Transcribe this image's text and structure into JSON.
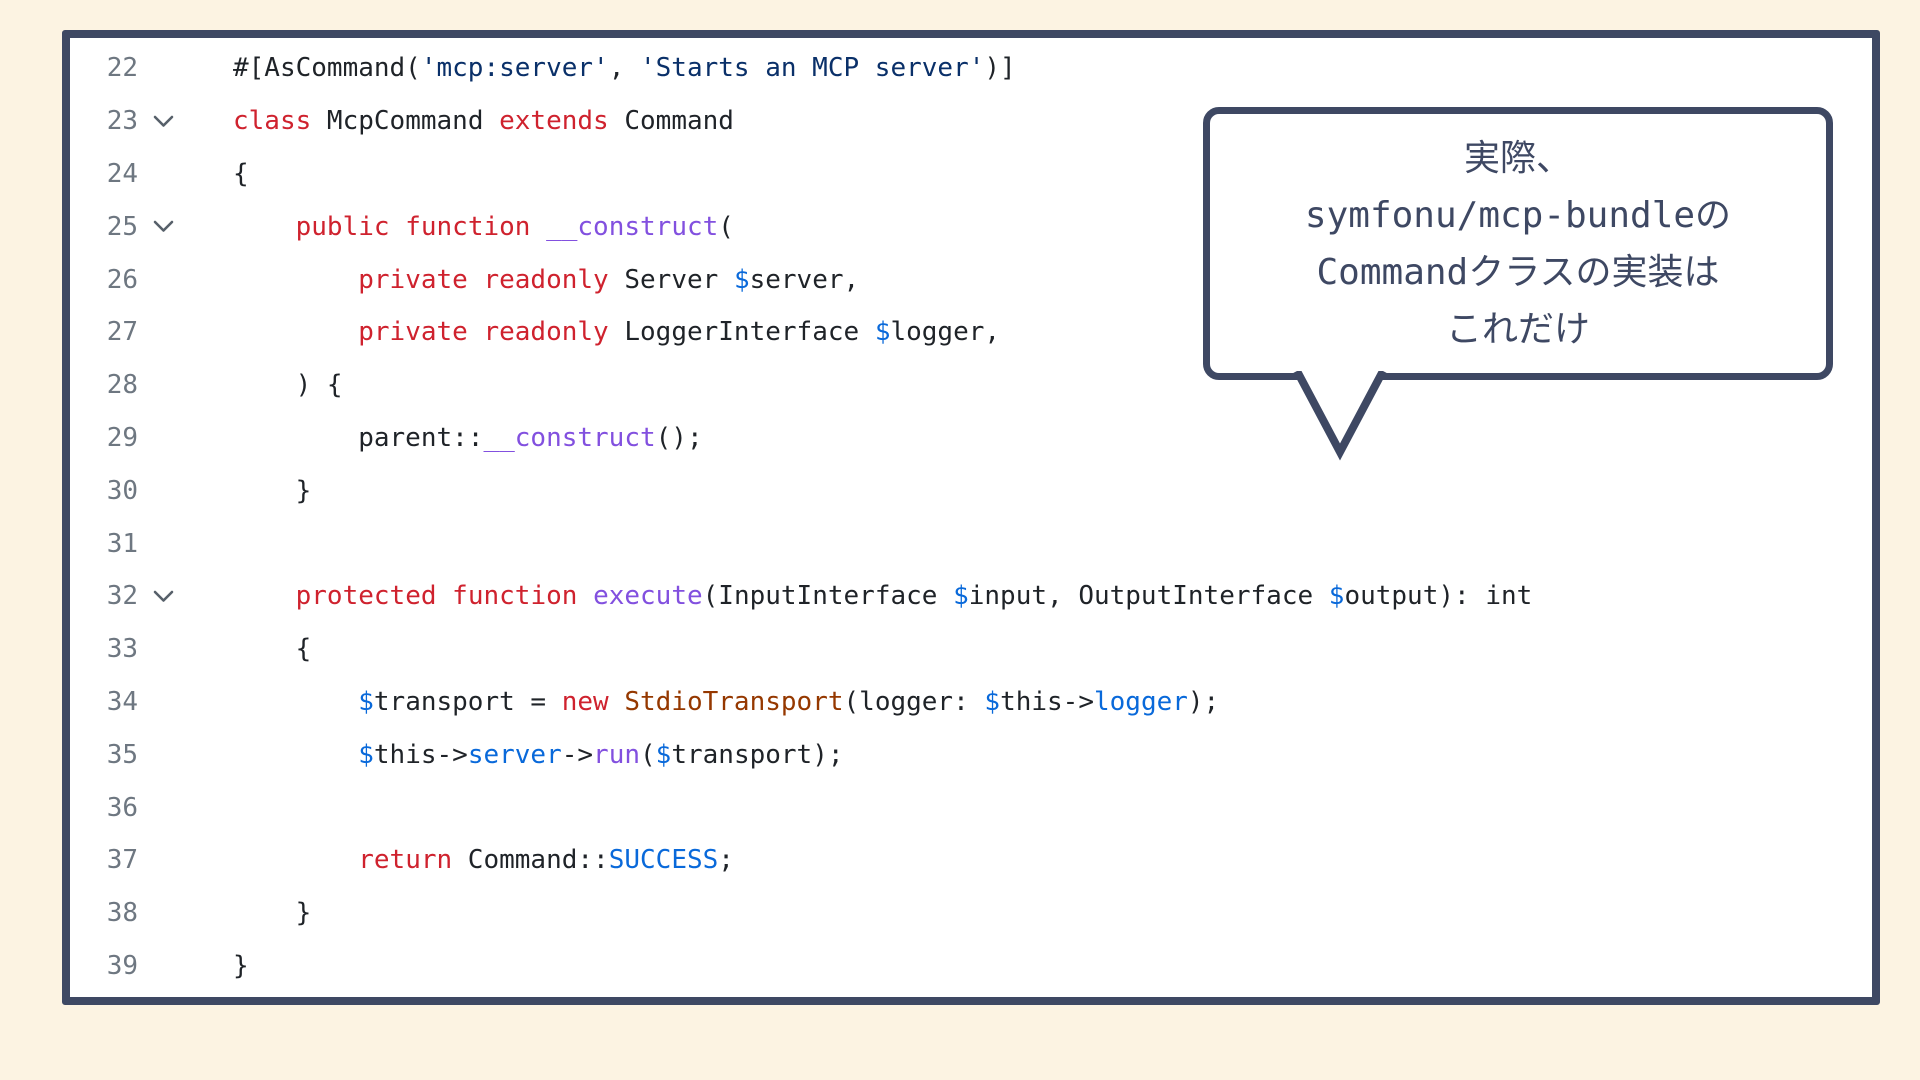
{
  "colors": {
    "cream": "#fcf3e2",
    "navy": "#3e4863",
    "panelbg": "#ffffff",
    "plain": "#1f2328",
    "keyword": "#cf222e",
    "string": "#0a3069",
    "function": "#8250df",
    "classname": "#953800",
    "constant": "#0969da",
    "linenumber": "#6e7781",
    "chevron": "#57606a"
  },
  "icons": {
    "collapse": "chevron-down-icon"
  },
  "code": {
    "language": "php",
    "lines": [
      {
        "number": "22",
        "collapsible": false,
        "tokens": [
          {
            "t": "#[AsCommand(",
            "c": "p"
          },
          {
            "t": "'mcp:server'",
            "c": "s"
          },
          {
            "t": ", ",
            "c": "p"
          },
          {
            "t": "'Starts an MCP server'",
            "c": "s"
          },
          {
            "t": ")]",
            "c": "p"
          }
        ]
      },
      {
        "number": "23",
        "collapsible": true,
        "tokens": [
          {
            "t": "class",
            "c": "k"
          },
          {
            "t": " McpCommand ",
            "c": "p"
          },
          {
            "t": "extends",
            "c": "k"
          },
          {
            "t": " Command",
            "c": "p"
          }
        ]
      },
      {
        "number": "24",
        "collapsible": false,
        "tokens": [
          {
            "t": "{",
            "c": "p"
          }
        ]
      },
      {
        "number": "25",
        "collapsible": true,
        "tokens": [
          {
            "t": "    ",
            "c": "p"
          },
          {
            "t": "public",
            "c": "k"
          },
          {
            "t": " ",
            "c": "p"
          },
          {
            "t": "function",
            "c": "k"
          },
          {
            "t": " ",
            "c": "p"
          },
          {
            "t": "__construct",
            "c": "f"
          },
          {
            "t": "(",
            "c": "p"
          }
        ]
      },
      {
        "number": "26",
        "collapsible": false,
        "tokens": [
          {
            "t": "        ",
            "c": "p"
          },
          {
            "t": "private",
            "c": "k"
          },
          {
            "t": " ",
            "c": "p"
          },
          {
            "t": "readonly",
            "c": "k"
          },
          {
            "t": " Server ",
            "c": "p"
          },
          {
            "t": "$",
            "c": "v"
          },
          {
            "t": "server,",
            "c": "p"
          }
        ]
      },
      {
        "number": "27",
        "collapsible": false,
        "tokens": [
          {
            "t": "        ",
            "c": "p"
          },
          {
            "t": "private",
            "c": "k"
          },
          {
            "t": " ",
            "c": "p"
          },
          {
            "t": "readonly",
            "c": "k"
          },
          {
            "t": " LoggerInterface ",
            "c": "p"
          },
          {
            "t": "$",
            "c": "v"
          },
          {
            "t": "logger,",
            "c": "p"
          }
        ]
      },
      {
        "number": "28",
        "collapsible": false,
        "tokens": [
          {
            "t": "    ) {",
            "c": "p"
          }
        ]
      },
      {
        "number": "29",
        "collapsible": false,
        "tokens": [
          {
            "t": "        parent::",
            "c": "p"
          },
          {
            "t": "__construct",
            "c": "f"
          },
          {
            "t": "();",
            "c": "p"
          }
        ]
      },
      {
        "number": "30",
        "collapsible": false,
        "tokens": [
          {
            "t": "    }",
            "c": "p"
          }
        ]
      },
      {
        "number": "31",
        "collapsible": false,
        "tokens": []
      },
      {
        "number": "32",
        "collapsible": true,
        "tokens": [
          {
            "t": "    ",
            "c": "p"
          },
          {
            "t": "protected",
            "c": "k"
          },
          {
            "t": " ",
            "c": "p"
          },
          {
            "t": "function",
            "c": "k"
          },
          {
            "t": " ",
            "c": "p"
          },
          {
            "t": "execute",
            "c": "f"
          },
          {
            "t": "(InputInterface ",
            "c": "p"
          },
          {
            "t": "$",
            "c": "v"
          },
          {
            "t": "input, OutputInterface ",
            "c": "p"
          },
          {
            "t": "$",
            "c": "v"
          },
          {
            "t": "output): int",
            "c": "p"
          }
        ]
      },
      {
        "number": "33",
        "collapsible": false,
        "tokens": [
          {
            "t": "    {",
            "c": "p"
          }
        ]
      },
      {
        "number": "34",
        "collapsible": false,
        "tokens": [
          {
            "t": "        ",
            "c": "p"
          },
          {
            "t": "$",
            "c": "v"
          },
          {
            "t": "transport = ",
            "c": "p"
          },
          {
            "t": "new",
            "c": "k"
          },
          {
            "t": " ",
            "c": "p"
          },
          {
            "t": "StdioTransport",
            "c": "c"
          },
          {
            "t": "(logger: ",
            "c": "p"
          },
          {
            "t": "$",
            "c": "v"
          },
          {
            "t": "this->",
            "c": "p"
          },
          {
            "t": "logger",
            "c": "v"
          },
          {
            "t": ");",
            "c": "p"
          }
        ]
      },
      {
        "number": "35",
        "collapsible": false,
        "tokens": [
          {
            "t": "        ",
            "c": "p"
          },
          {
            "t": "$",
            "c": "v"
          },
          {
            "t": "this->",
            "c": "p"
          },
          {
            "t": "server",
            "c": "v"
          },
          {
            "t": "->",
            "c": "p"
          },
          {
            "t": "run",
            "c": "f"
          },
          {
            "t": "(",
            "c": "p"
          },
          {
            "t": "$",
            "c": "v"
          },
          {
            "t": "transport);",
            "c": "p"
          }
        ]
      },
      {
        "number": "36",
        "collapsible": false,
        "tokens": []
      },
      {
        "number": "37",
        "collapsible": false,
        "tokens": [
          {
            "t": "        ",
            "c": "p"
          },
          {
            "t": "return",
            "c": "k"
          },
          {
            "t": " Command::",
            "c": "p"
          },
          {
            "t": "SUCCESS",
            "c": "v"
          },
          {
            "t": ";",
            "c": "p"
          }
        ]
      },
      {
        "number": "38",
        "collapsible": false,
        "tokens": [
          {
            "t": "    }",
            "c": "p"
          }
        ]
      },
      {
        "number": "39",
        "collapsible": false,
        "tokens": [
          {
            "t": "}",
            "c": "p"
          }
        ]
      }
    ]
  },
  "callout": {
    "lines": [
      "実際、",
      "symfonu/mcp-bundleの",
      "Commandクラスの実装は",
      "これだけ"
    ]
  }
}
